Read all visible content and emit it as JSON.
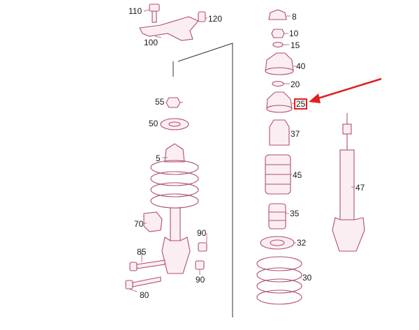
{
  "diagram": {
    "part_numbers": {
      "p110": "110",
      "p120": "120",
      "p100": "100",
      "p8": "8",
      "p10": "10",
      "p15": "15",
      "p40": "40",
      "p20": "20",
      "p55": "55",
      "p25": "25",
      "p50": "50",
      "p37": "37",
      "p5": "5",
      "p45": "45",
      "p47": "47",
      "p35": "35",
      "p70": "70",
      "p90a": "90",
      "p32": "32",
      "p85": "85",
      "p30": "30",
      "p90b": "90",
      "p80": "80"
    },
    "highlighted_part": "25",
    "colors": {
      "part_stroke": "#b0506a",
      "highlight": "#e02020",
      "text": "#1a1a1a"
    }
  }
}
